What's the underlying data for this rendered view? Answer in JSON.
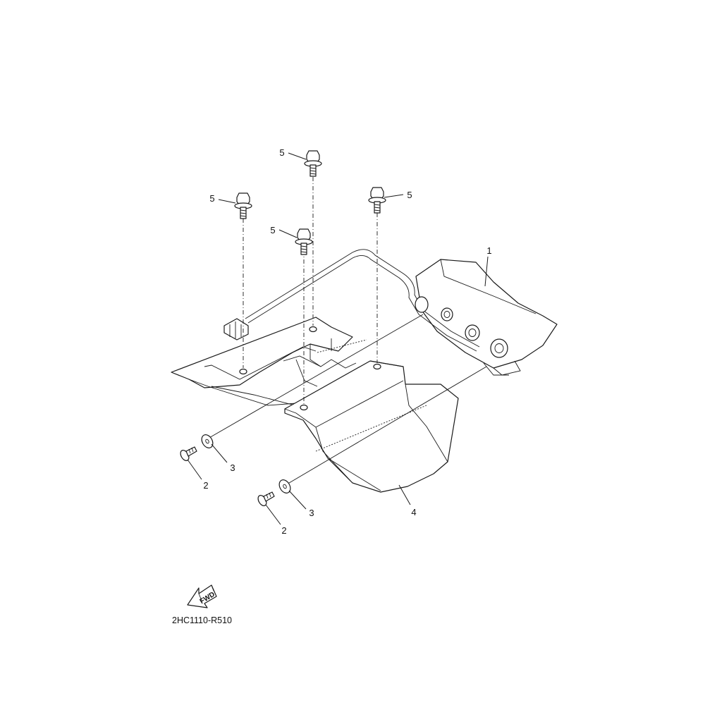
{
  "diagram": {
    "callouts": {
      "c1": "1",
      "c2a": "2",
      "c2b": "2",
      "c3a": "3",
      "c3b": "3",
      "c4": "4",
      "c5a": "5",
      "c5b": "5",
      "c5c": "5",
      "c5d": "5"
    },
    "fwd_label": "FWD",
    "part_code": "2HC1110-R510"
  }
}
